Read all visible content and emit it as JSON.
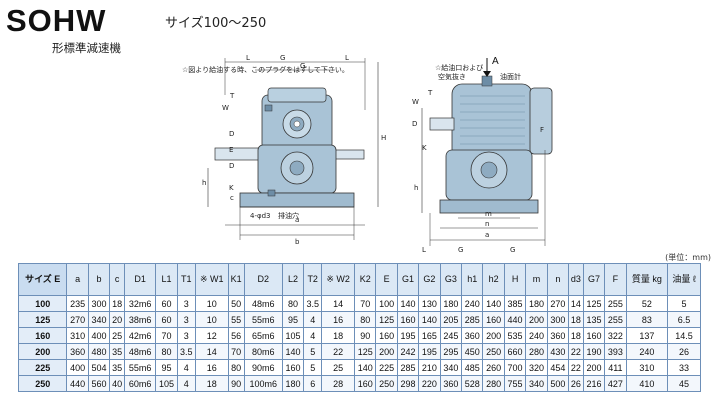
{
  "header": {
    "model": "SOHW",
    "size_range": "サイズ100～250",
    "subtitle": "形標準減速機"
  },
  "drawing_notes": {
    "left_note": "☆図より給油する時、このプラグをはずして下さい。",
    "drain": "排油穴",
    "bolt": "4-φd3",
    "right_note_1": "☆給油口および",
    "right_note_2": "空気抜き",
    "oil_gauge": "油面計",
    "view_arrow": "A"
  },
  "unit_note": "(単位：mm)",
  "table": {
    "headers": [
      "サイズ E",
      "a",
      "b",
      "c",
      "D1",
      "L1",
      "T1",
      "※ W1",
      "K1",
      "D2",
      "L2",
      "T2",
      "※ W2",
      "K2",
      "E",
      "G1",
      "G2",
      "G3",
      "h1",
      "h2",
      "H",
      "m",
      "n",
      "d3",
      "G7",
      "F",
      "質量 kg",
      "油量 ℓ"
    ],
    "rows": [
      [
        "100",
        "235",
        "300",
        "18",
        "32m6",
        "60",
        "3",
        "10",
        "50",
        "48m6",
        "80",
        "3.5",
        "14",
        "70",
        "100",
        "140",
        "130",
        "180",
        "240",
        "140",
        "385",
        "180",
        "270",
        "14",
        "125",
        "255",
        "52",
        "5"
      ],
      [
        "125",
        "270",
        "340",
        "20",
        "38m6",
        "60",
        "3",
        "10",
        "55",
        "55m6",
        "95",
        "4",
        "16",
        "80",
        "125",
        "160",
        "140",
        "205",
        "285",
        "160",
        "440",
        "200",
        "300",
        "18",
        "135",
        "255",
        "83",
        "6.5"
      ],
      [
        "160",
        "310",
        "400",
        "25",
        "42m6",
        "70",
        "3",
        "12",
        "56",
        "65m6",
        "105",
        "4",
        "18",
        "90",
        "160",
        "195",
        "165",
        "245",
        "360",
        "200",
        "535",
        "240",
        "360",
        "18",
        "160",
        "322",
        "137",
        "14.5"
      ],
      [
        "200",
        "360",
        "480",
        "35",
        "48m6",
        "80",
        "3.5",
        "14",
        "70",
        "80m6",
        "140",
        "5",
        "22",
        "125",
        "200",
        "242",
        "195",
        "295",
        "450",
        "250",
        "660",
        "280",
        "430",
        "22",
        "190",
        "393",
        "240",
        "26"
      ],
      [
        "225",
        "400",
        "504",
        "35",
        "55m6",
        "95",
        "4",
        "16",
        "80",
        "90m6",
        "160",
        "5",
        "25",
        "140",
        "225",
        "285",
        "210",
        "340",
        "485",
        "260",
        "700",
        "320",
        "454",
        "22",
        "200",
        "411",
        "310",
        "33"
      ],
      [
        "250",
        "440",
        "560",
        "40",
        "60m6",
        "105",
        "4",
        "18",
        "90",
        "100m6",
        "180",
        "6",
        "28",
        "160",
        "250",
        "298",
        "220",
        "360",
        "528",
        "280",
        "755",
        "340",
        "500",
        "26",
        "216",
        "427",
        "410",
        "45"
      ]
    ]
  }
}
